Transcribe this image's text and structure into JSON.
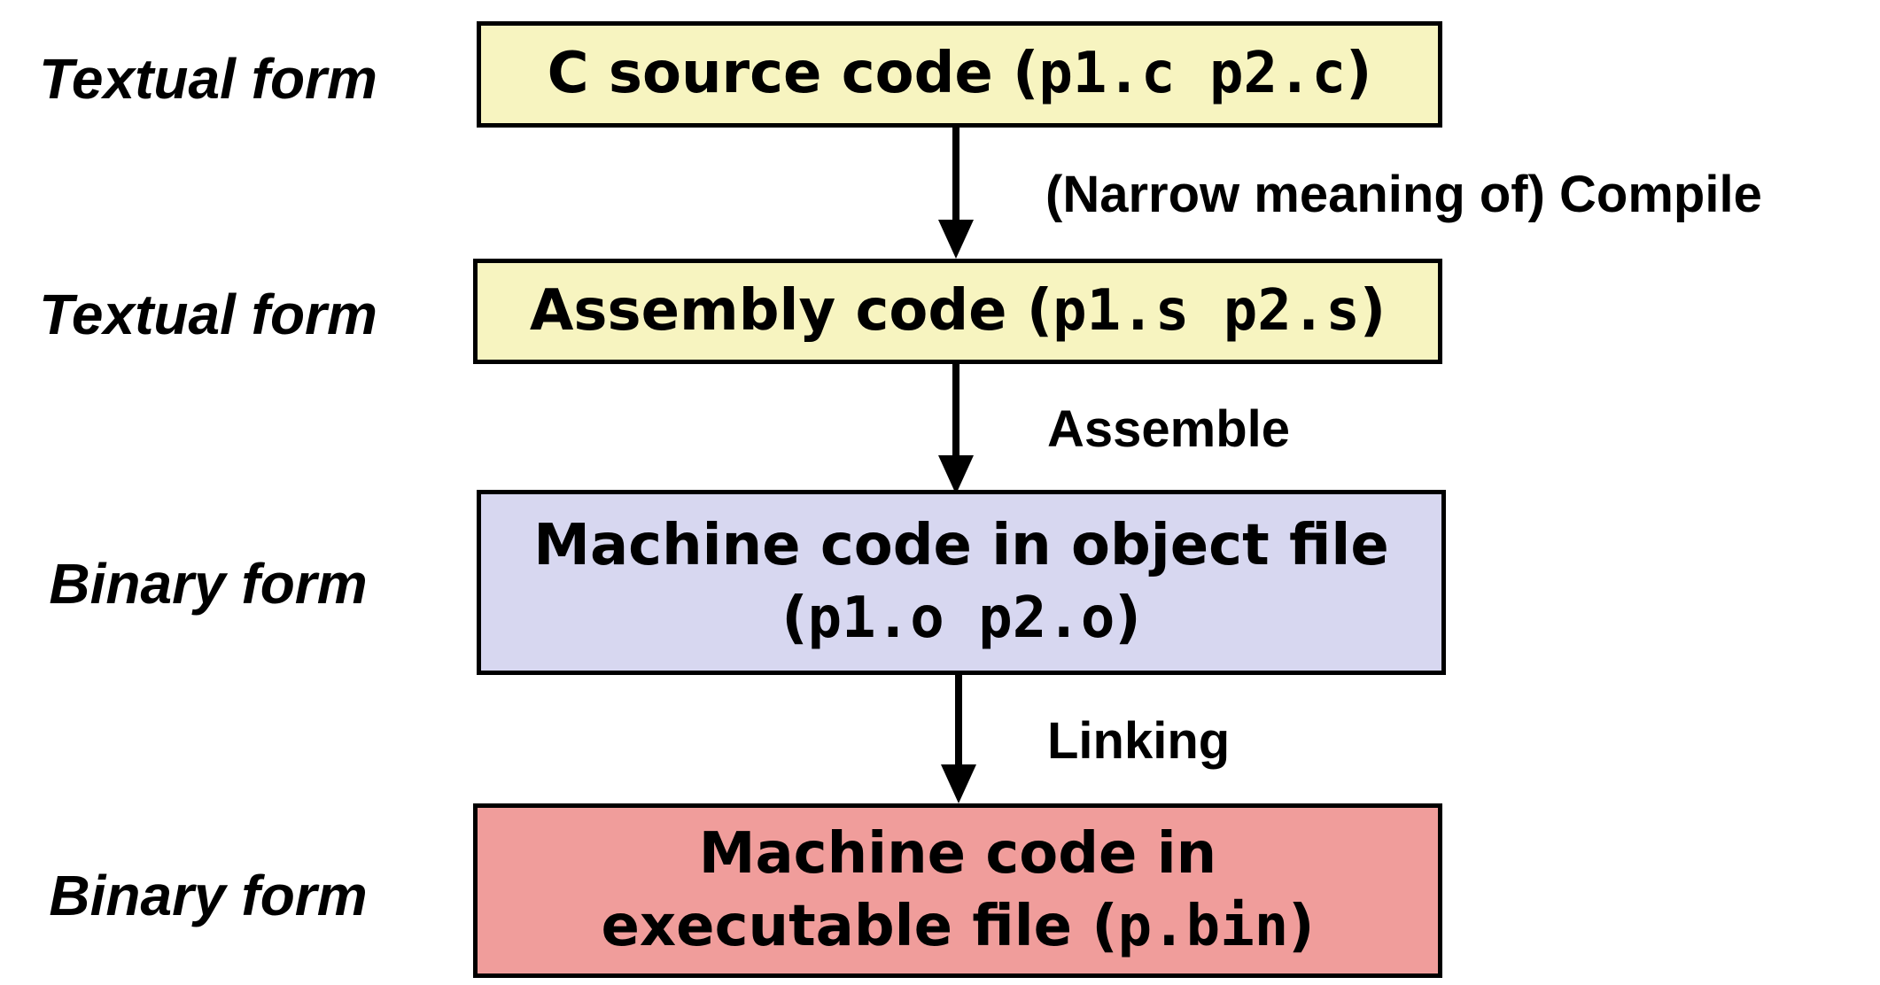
{
  "colors": {
    "textual_box": "#f7f4c0",
    "object_box": "#d7d7f0",
    "executable_box": "#f09d9b",
    "border": "#000000"
  },
  "rows": [
    {
      "side_label": "Textual form"
    },
    {
      "side_label": "Textual form"
    },
    {
      "side_label": "Binary form"
    },
    {
      "side_label": "Binary form"
    }
  ],
  "boxes": {
    "c_source": {
      "text": "C source code ",
      "open": "(",
      "files": "p1.c p2.c",
      "close": ")"
    },
    "assembly": {
      "text": "Assembly code ",
      "open": "(",
      "files": "p1.s p2.s",
      "close": ")"
    },
    "object": {
      "line1": "Machine code in object file",
      "open": "(",
      "files": "p1.o p2.o",
      "close": ")"
    },
    "executable": {
      "line1": "Machine code in",
      "line2_text": "executable file ",
      "open": "(",
      "files": "p.bin",
      "close": ")"
    }
  },
  "steps": [
    {
      "label": "(Narrow meaning of) Compile"
    },
    {
      "label": "Assemble"
    },
    {
      "label": "Linking"
    }
  ]
}
